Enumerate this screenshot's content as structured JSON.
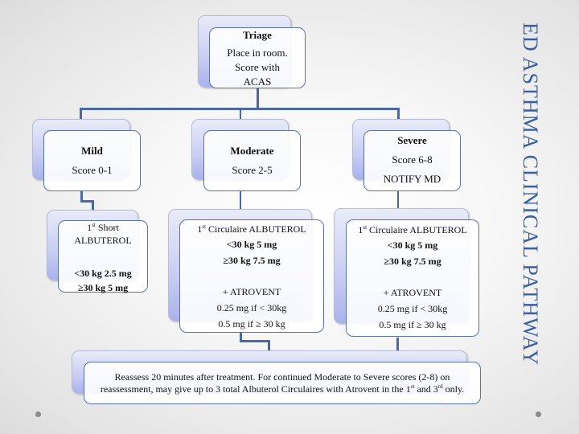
{
  "title": "ED ASTHMA CLINICAL PATHWAY",
  "colors": {
    "title": "#3a5ea5",
    "connector": "#4b67a6",
    "box_border": "#5a72ad",
    "back_fill": "#c7cdf2"
  },
  "triage": {
    "heading": "Triage",
    "lines": [
      "Place in room.",
      "Score with",
      "ACAS"
    ]
  },
  "levels": [
    {
      "heading": "Mild",
      "lines": [
        "Score 0-1"
      ]
    },
    {
      "heading": "Moderate",
      "lines": [
        "Score 2-5"
      ]
    },
    {
      "heading": "Severe",
      "lines": [
        "Score 6-8",
        "NOTIFY MD"
      ]
    }
  ],
  "treatments": {
    "mild": {
      "ordinal": "1",
      "ordinal_sup": "st",
      "line1_rest": " Short",
      "line2": "ALBUTEROL",
      "dose_lt": "<30 kg 2.5 mg",
      "dose_ge": "≥30 kg 5 mg"
    },
    "moderate": {
      "ordinal": "1",
      "ordinal_sup": "st",
      "line1_rest": " Circulaire ALBUTEROL",
      "dose_lt": "<30 kg 5 mg",
      "dose_ge": "≥30 kg 7.5 mg",
      "addon": "+ ATROVENT",
      "addon_lt": "0.25 mg if < 30kg",
      "addon_ge": "0.5 mg if ≥ 30 kg"
    },
    "severe": {
      "ordinal": "1",
      "ordinal_sup": "st",
      "line1_rest": " Circulaire ALBUTEROL",
      "dose_lt": "<30 kg 5 mg",
      "dose_ge": "≥30 kg 7.5 mg",
      "addon": "+ ATROVENT",
      "addon_lt": "0.25 mg if < 30kg",
      "addon_ge": "0.5 mg if ≥ 30 kg"
    }
  },
  "reassess": {
    "part1": "Reassess 20 minutes after treatment. For continued  Moderate to Severe scores (2-8) on reassessment, may give up to 3 total Albuterol Circulaires with Atrovent in the 1",
    "sup1": "st",
    "part2": " and 3",
    "sup2": "rd",
    "part3": " only."
  }
}
